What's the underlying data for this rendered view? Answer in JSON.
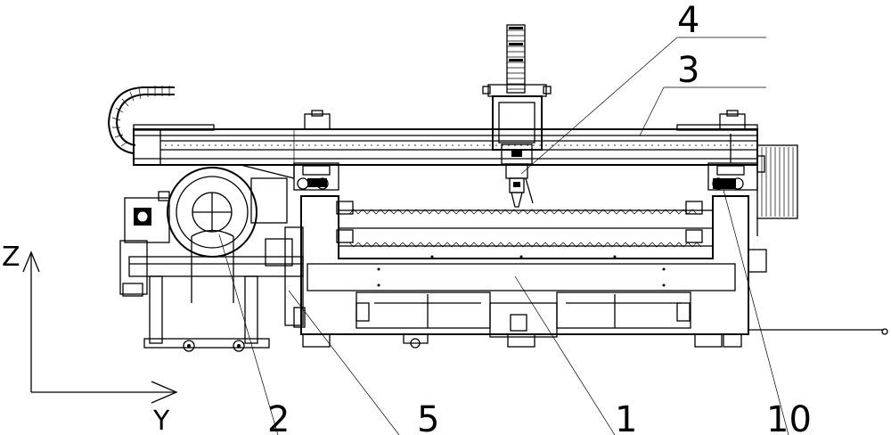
{
  "labels": {
    "l1": "1",
    "l2": "2",
    "l3": "3",
    "l4": "4",
    "l5": "5",
    "l10": "10"
  },
  "axes": {
    "z": "Z",
    "y": "Y"
  }
}
